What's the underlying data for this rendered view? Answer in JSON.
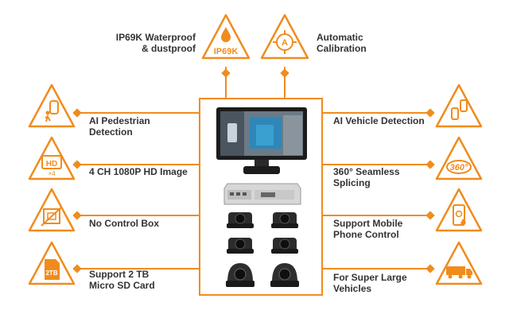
{
  "accent_color": "#f08c1e",
  "text_color": "#333333",
  "top_features": [
    {
      "icon": "waterproof-drop-icon",
      "badge": "IP69K",
      "line1": "IP69K Waterproof",
      "line2": "& dustproof"
    },
    {
      "icon": "calibration-target-icon",
      "badge": "A",
      "line1": "Automatic",
      "line2": "Calibration"
    }
  ],
  "left_features": [
    {
      "icon": "pedestrian-car-icon",
      "line1": "AI Pedestrian",
      "line2": "Detection"
    },
    {
      "icon": "hd-camera-icon",
      "badge": "HD",
      "sub_badge": "×4",
      "line1": "4 CH 1080P HD Image",
      "line2": ""
    },
    {
      "icon": "no-control-box-icon",
      "line1": "No Control Box",
      "line2": ""
    },
    {
      "icon": "sd-card-icon",
      "badge": "2TB",
      "line1": "Support 2 TB",
      "line2": "Micro SD Card"
    }
  ],
  "right_features": [
    {
      "icon": "vehicle-detection-icon",
      "line1": "AI Vehicle Detection",
      "line2": ""
    },
    {
      "icon": "seamless-360-icon",
      "badge": "360°",
      "line1": "360° Seamless",
      "line2": "Splicing"
    },
    {
      "icon": "mobile-phone-icon",
      "line1": "Support Mobile",
      "line2": "Phone Control"
    },
    {
      "icon": "large-truck-icon",
      "line1": "For Super Large",
      "line2": "Vehicles"
    }
  ]
}
